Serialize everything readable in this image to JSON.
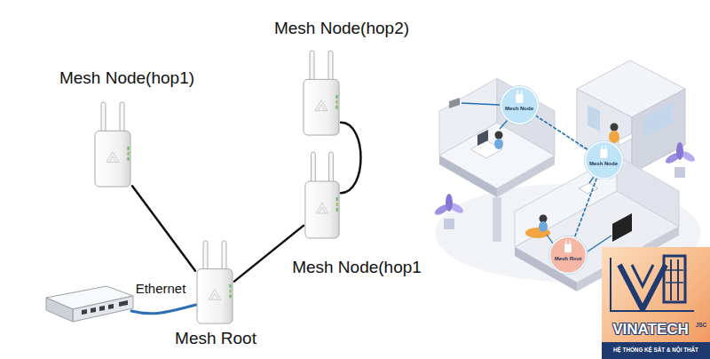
{
  "diagram": {
    "nodes": [
      {
        "text": [
          "Mesh Node(hop1)"
        ]
      },
      {
        "text": [
          "Mesh Node(hop2)"
        ]
      },
      {
        "text": [
          "Mesh Node(hop1"
        ]
      },
      {
        "text": [
          "Mesh Root"
        ]
      },
      {
        "text": [
          "Mesh Node"
        ]
      },
      {
        "text": [
          "Mesh Node"
        ]
      },
      {
        "text": [
          "Mesh Root"
        ]
      }
    ],
    "edges": [
      {
        "from": 0,
        "to": 3,
        "arrow": "none"
      },
      {
        "from": 3,
        "to": 2,
        "arrow": "none"
      },
      {
        "from": 2,
        "to": 1,
        "arrow": "none"
      },
      {
        "from": 4,
        "to": 5,
        "arrow": "none"
      },
      {
        "from": 5,
        "to": 6,
        "arrow": "none"
      }
    ],
    "labels": [
      "Ethernet",
      "VINATECH",
      "JSC",
      "HỆ THỐNG KỆ SẮT & NỘI THẤT"
    ]
  }
}
